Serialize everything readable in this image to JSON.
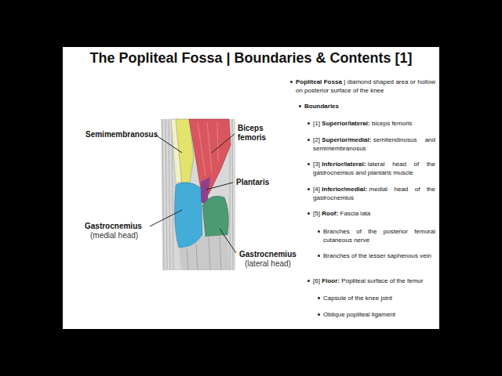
{
  "diagram": {
    "title": "The Popliteal Fossa | Boundaries & Contents [1]",
    "labels": [
      "Semimembranosus",
      "Biceps femoris",
      "Plantaris",
      "Gastrocnemius",
      "(medial head)",
      "Gastrocnemius",
      "(lateral head)",
      "Popliteal Fossa",
      "| diamond shaped area or hollow on posterior surface of the knee",
      "Boundaries",
      "[1]",
      "Superior/lateral:",
      "biceps femoris",
      "[2]",
      "Superior/medial:",
      "semitendinosus and semimembranosus",
      "[3]",
      "Inferior/lateral:",
      "lateral head of the gastrocnemius and plantaris muscle",
      "[4]",
      "Inferior/medial:",
      "medial head of the gastrocnemius",
      "[5]",
      "Roof:",
      "Fascia lata",
      "Branches of the posterior femoral cutaneous nerve",
      "Branches of the lesser saphenous vein",
      "[6]",
      "Floor:",
      "Popliteal surface of the femur",
      "Capsule of the knee joint",
      "Oblique popliteal ligament"
    ]
  }
}
